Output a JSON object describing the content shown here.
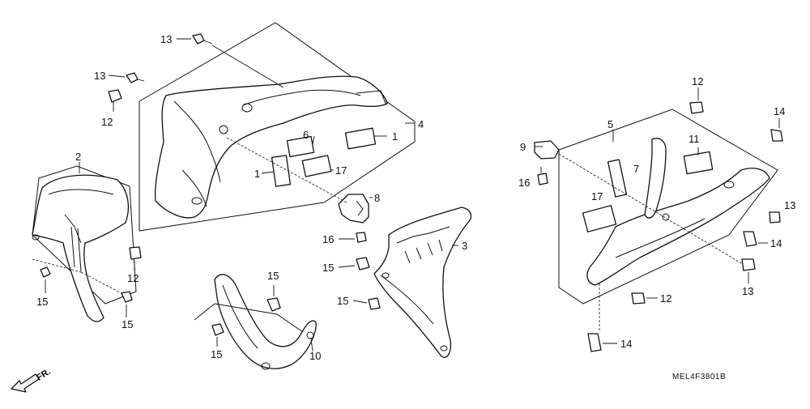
{
  "diagram": {
    "figure_code": "MEL4F3801B",
    "direction_label": "FR.",
    "callouts": [
      {
        "id": "c1",
        "label": "13"
      },
      {
        "id": "c2",
        "label": "13"
      },
      {
        "id": "c3",
        "label": "12"
      },
      {
        "id": "c4",
        "label": "6"
      },
      {
        "id": "c5",
        "label": "1"
      },
      {
        "id": "c6",
        "label": "4"
      },
      {
        "id": "c7",
        "label": "1"
      },
      {
        "id": "c8",
        "label": "17"
      },
      {
        "id": "c9",
        "label": "8"
      },
      {
        "id": "c10",
        "label": "2"
      },
      {
        "id": "c11",
        "label": "12"
      },
      {
        "id": "c12",
        "label": "15"
      },
      {
        "id": "c13",
        "label": "15"
      },
      {
        "id": "c14",
        "label": "16"
      },
      {
        "id": "c15",
        "label": "3"
      },
      {
        "id": "c16",
        "label": "15"
      },
      {
        "id": "c17",
        "label": "15"
      },
      {
        "id": "c18",
        "label": "15"
      },
      {
        "id": "c19",
        "label": "15"
      },
      {
        "id": "c20",
        "label": "10"
      },
      {
        "id": "c21",
        "label": "12"
      },
      {
        "id": "c22",
        "label": "14"
      },
      {
        "id": "c23",
        "label": "5"
      },
      {
        "id": "c24",
        "label": "9"
      },
      {
        "id": "c25",
        "label": "11"
      },
      {
        "id": "c26",
        "label": "16"
      },
      {
        "id": "c27",
        "label": "7"
      },
      {
        "id": "c28",
        "label": "17"
      },
      {
        "id": "c29",
        "label": "13"
      },
      {
        "id": "c30",
        "label": "14"
      },
      {
        "id": "c31",
        "label": "13"
      },
      {
        "id": "c32",
        "label": "12"
      },
      {
        "id": "c33",
        "label": "14"
      }
    ]
  }
}
